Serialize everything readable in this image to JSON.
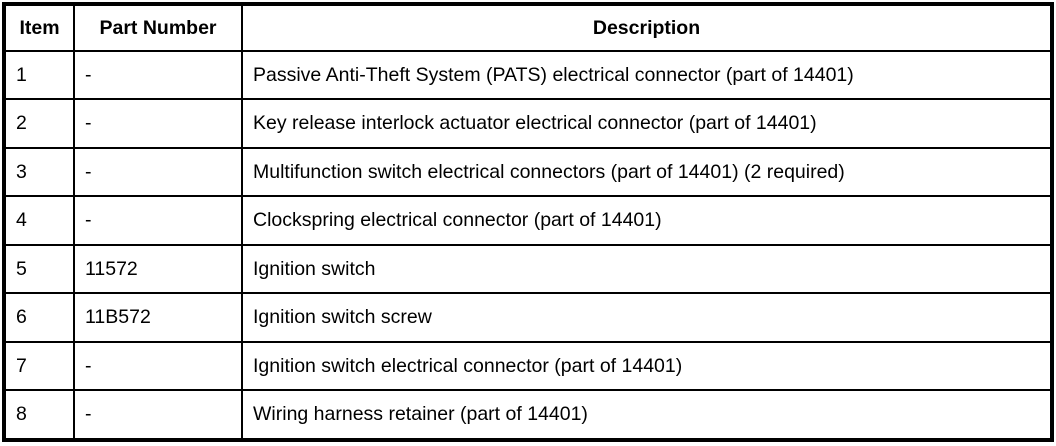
{
  "table": {
    "columns": [
      "Item",
      "Part Number",
      "Description"
    ],
    "rows": [
      {
        "item": "1",
        "part_number": "-",
        "description": "Passive Anti-Theft System (PATS) electrical connector (part of 14401)"
      },
      {
        "item": "2",
        "part_number": "-",
        "description": "Key release interlock actuator electrical connector (part of 14401)"
      },
      {
        "item": "3",
        "part_number": "-",
        "description": "Multifunction switch electrical connectors (part of 14401) (2 required)"
      },
      {
        "item": "4",
        "part_number": "-",
        "description": "Clockspring electrical connector (part of 14401)"
      },
      {
        "item": "5",
        "part_number": "11572",
        "description": "Ignition switch"
      },
      {
        "item": "6",
        "part_number": "11B572",
        "description": "Ignition switch screw"
      },
      {
        "item": "7",
        "part_number": "-",
        "description": "Ignition switch electrical connector (part of 14401)"
      },
      {
        "item": "8",
        "part_number": "-",
        "description": "Wiring harness retainer (part of 14401)"
      }
    ],
    "colors": {
      "border": "#000000",
      "text": "#000000",
      "background": "#ffffff"
    }
  }
}
